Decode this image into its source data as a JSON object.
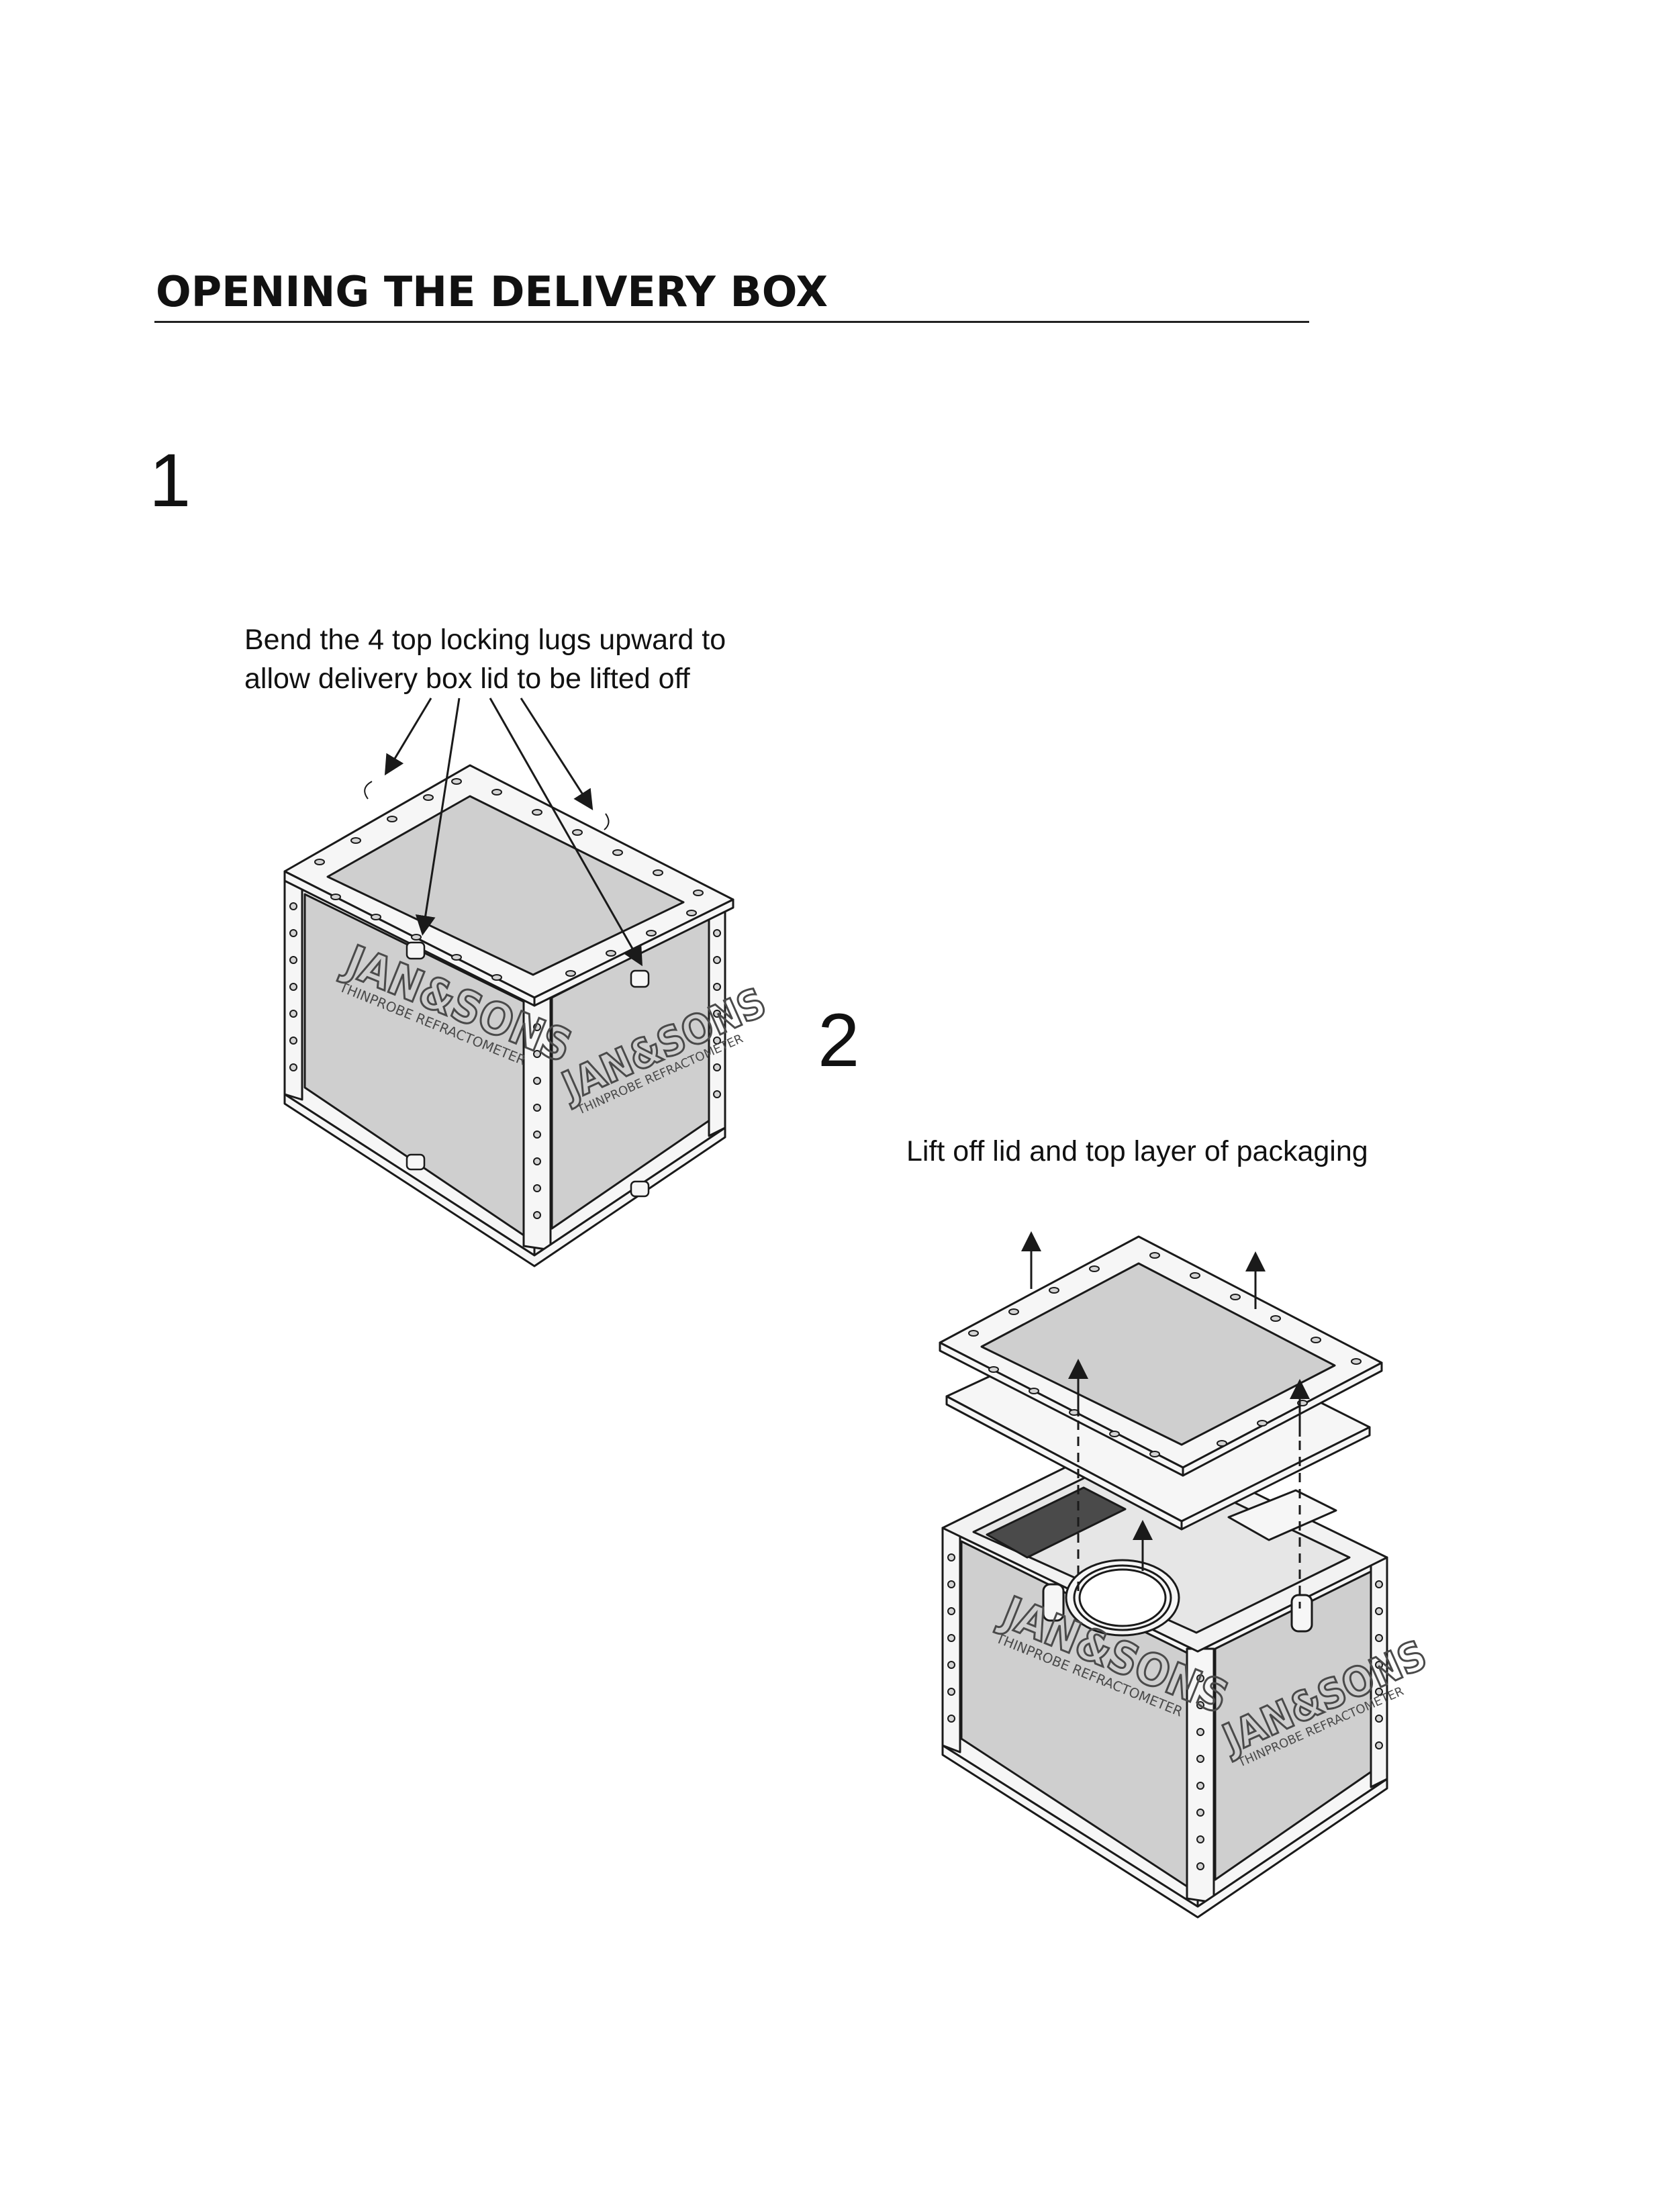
{
  "page": {
    "title": "OPENING THE DELIVERY BOX"
  },
  "steps": [
    {
      "number": "1",
      "instruction_lines": [
        "Bend the 4 top locking lugs upward to",
        "allow delivery box lid to be lifted off"
      ]
    },
    {
      "number": "2",
      "instruction": "Lift off lid and top layer of packaging"
    }
  ],
  "box_label": {
    "brand": "JAN&SONS",
    "product": "THINPROBE REFRACTOMETER"
  },
  "colors": {
    "panel_gray": "#cfcfcf",
    "frame_white": "#f6f6f6",
    "line": "#1a1a1a"
  }
}
